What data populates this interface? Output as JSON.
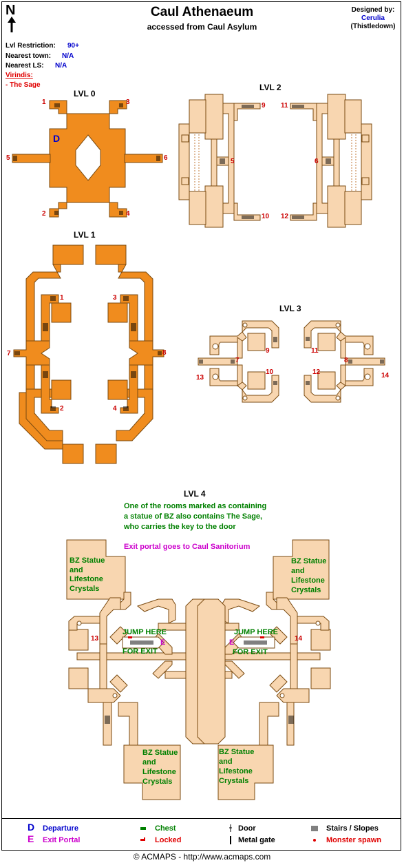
{
  "header": {
    "title": "Caul Athenaeum",
    "subtitle": "accessed from Caul Asylum",
    "north": "N",
    "designed_by_label": "Designed by:",
    "designer": "Cerulia",
    "designer_server": "(Thistledown)"
  },
  "info": {
    "lvl_label": "Lvl Restriction:",
    "lvl_value": "90+",
    "town_label": "Nearest town:",
    "town_value": "N/A",
    "ls_label": "Nearest LS:",
    "ls_value": "N/A",
    "virindis_label": "Virindis:",
    "virindis_value": "- The Sage"
  },
  "levels": {
    "lvl0": "LVL 0",
    "lvl1": "LVL 1",
    "lvl2": "LVL 2",
    "lvl3": "LVL 3",
    "lvl4": "LVL 4"
  },
  "lvl0_marks": {
    "n1": "1",
    "n3": "3",
    "n5": "5",
    "n6": "6",
    "n2": "2",
    "n4": "4",
    "d": "D"
  },
  "lvl1_marks": {
    "n1": "1",
    "n3": "3",
    "n7": "7",
    "n8": "8",
    "n2": "2",
    "n4": "4"
  },
  "lvl2_marks": {
    "n9": "9",
    "n11": "11",
    "n5": "5",
    "n6": "6",
    "n10": "10",
    "n12": "12"
  },
  "lvl3_marks": {
    "n9": "9",
    "n11": "11",
    "n7": "7",
    "n8": "8",
    "n13": "13",
    "n14": "14",
    "n10": "10",
    "n12": "12"
  },
  "lvl4": {
    "note_line1": "One of the rooms marked as containing",
    "note_line2": "a statue of BZ also contains The Sage,",
    "note_line3": "who carries the key to the door",
    "exit_note": "Exit portal goes to Caul Sanitorium",
    "statue_line1": "BZ Statue",
    "statue_line2": "and",
    "statue_line3": "Lifestone",
    "statue_line4": "Crystals",
    "jump1": "JUMP HERE",
    "jump2": "FOR EXIT",
    "n13": "13",
    "n14": "14",
    "e": "E"
  },
  "legend": {
    "departure_symbol": "D",
    "departure": "Departure",
    "exit_symbol": "E",
    "exit": "Exit Portal",
    "chest": "Chest",
    "locked": "Locked",
    "door": "Door",
    "metal_gate": "Metal gate",
    "stairs": "Stairs / Slopes",
    "spawn": "Monster spawn"
  },
  "footer": "© ACMAPS - http://www.acmaps.com",
  "colors": {
    "orange": "#f08c1e",
    "peach": "#f8d6b0",
    "red_number": "#cc0000",
    "green_text": "#008000",
    "magenta_text": "#cc00cc",
    "blue_text": "#0000cc"
  }
}
